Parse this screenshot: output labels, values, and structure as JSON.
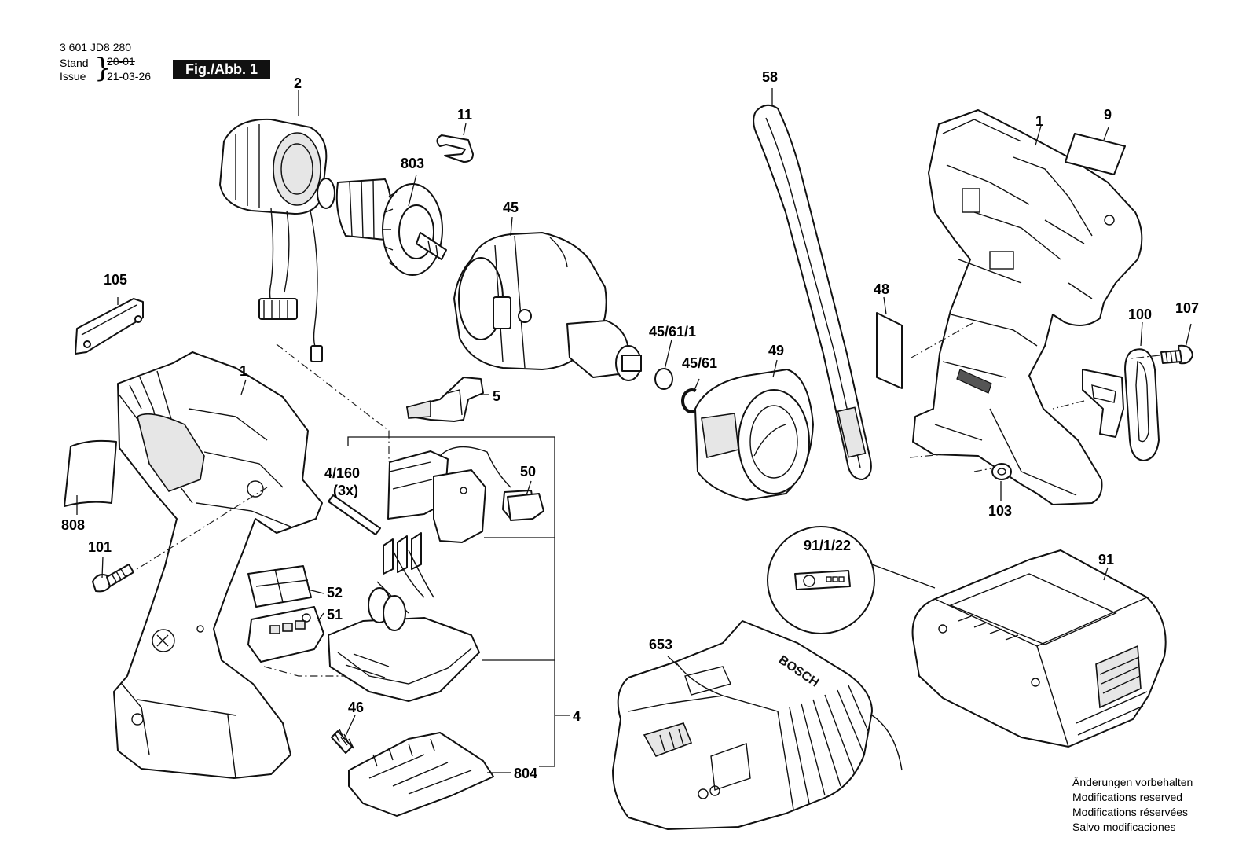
{
  "header": {
    "doc_number": "3 601 JD8 280",
    "stand_label": "Stand",
    "issue_label": "Issue",
    "stand_old": "20-01",
    "issue_date": "21-03-26",
    "figure_label": "Fig./Abb. 1"
  },
  "modifications": [
    "Änderungen vorbehalten",
    "Modifications reserved",
    "Modifications réservées",
    "Salvo modificaciones"
  ],
  "charger_text": "BOSCH",
  "callouts": {
    "c1_left": "1",
    "c1_right": "1",
    "c2": "2",
    "c4": "4",
    "c4_160": "4/160",
    "c3x": "(3x)",
    "c5": "5",
    "c9": "9",
    "c11": "11",
    "c45": "45",
    "c45_61_1": "45/61/1",
    "c45_61": "45/61",
    "c46": "46",
    "c48": "48",
    "c49": "49",
    "c50": "50",
    "c51": "51",
    "c52": "52",
    "c58": "58",
    "c91": "91",
    "c91_1_22": "91/1/22",
    "c100": "100",
    "c101": "101",
    "c103": "103",
    "c105": "105",
    "c107": "107",
    "c653": "653",
    "c803": "803",
    "c804": "804",
    "c808": "808"
  }
}
